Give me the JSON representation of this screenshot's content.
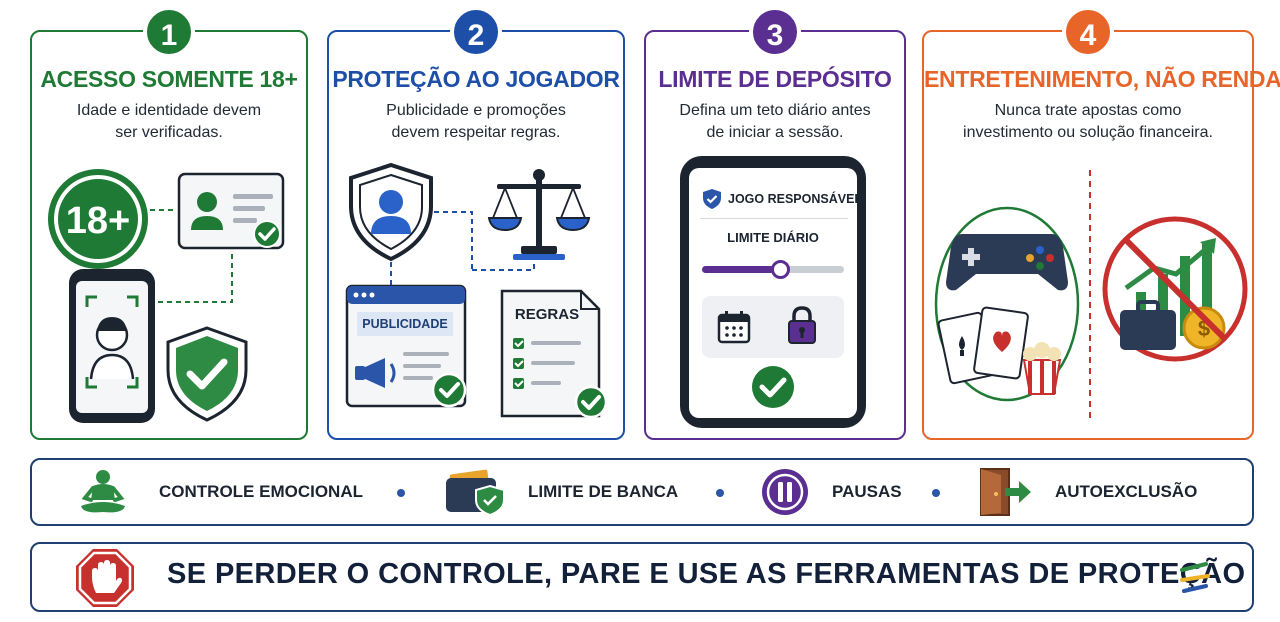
{
  "colors": {
    "green": "#1e7a34",
    "blue": "#1d4fa8",
    "purple": "#5b2e91",
    "orange": "#e8652a",
    "navy": "#1f3f73",
    "red": "#c8302e"
  },
  "cards": [
    {
      "number": "1",
      "title": "ACESSO SOMENTE 18+",
      "line1": "Idade e identidade devem",
      "line2": "ser verificadas.",
      "badge": "18+"
    },
    {
      "number": "2",
      "title": "PROTEÇÃO AO JOGADOR",
      "line1": "Publicidade e promoções",
      "line2": "devem respeitar regras.",
      "ad_label": "PUBLICIDADE",
      "rules_label": "REGRAS"
    },
    {
      "number": "3",
      "title": "LIMITE DE DEPÓSITO",
      "line1": "Defina um teto diário antes",
      "line2": "de iniciar a sessão.",
      "app_header": "JOGO RESPONSÁVEL",
      "limit_label": "LIMITE DIÁRIO",
      "slider_level": 0.55
    },
    {
      "number": "4",
      "title": "ENTRETENIMENTO, NÃO RENDA",
      "line1": "Nunca trate apostas como",
      "line2": "investimento ou solução financeira."
    }
  ],
  "strip": [
    {
      "label": "CONTROLE EMOCIONAL",
      "icon": "meditation-icon"
    },
    {
      "label": "LIMITE DE BANCA",
      "icon": "wallet-shield-icon"
    },
    {
      "label": "PAUSAS",
      "icon": "pause-icon"
    },
    {
      "label": "AUTOEXCLUSÃO",
      "icon": "exit-door-icon"
    }
  ],
  "banner": {
    "text": "SE PERDER O CONTROLE, PARE E USE AS FERRAMENTAS DE PROTEÇÃO",
    "icon": "stop-hand-icon"
  }
}
